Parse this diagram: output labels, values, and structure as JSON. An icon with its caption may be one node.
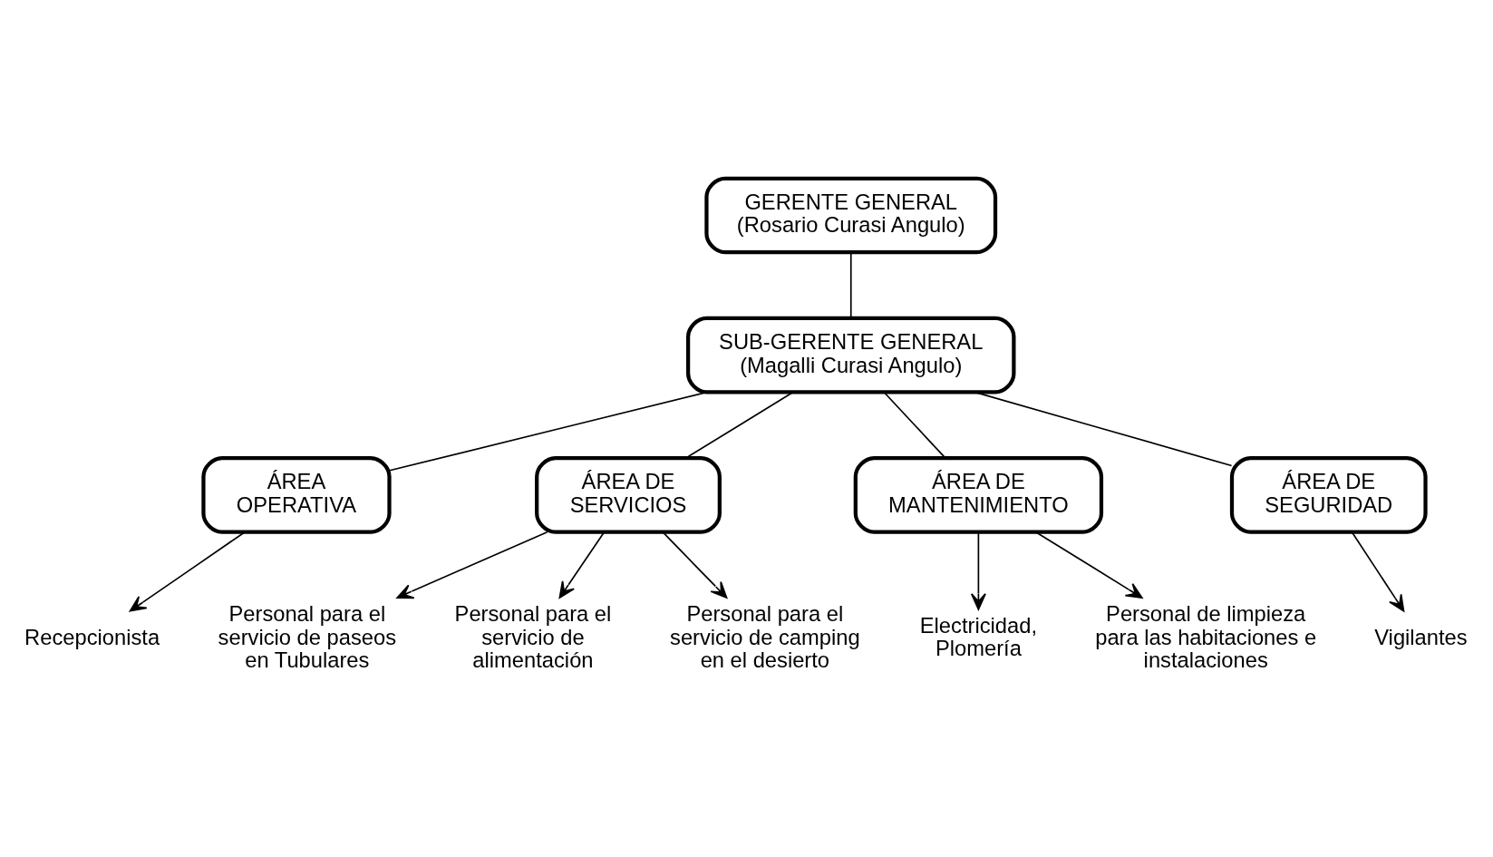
{
  "diagram": {
    "nodes": [
      {
        "text": [
          "GERENTE GENERAL",
          "(Rosario Curasi Angulo)"
        ]
      },
      {
        "text": [
          "SUB-GERENTE GENERAL",
          "(Magalli Curasi Angulo)"
        ]
      },
      {
        "text": [
          "ÁREA OPERATIVA"
        ]
      },
      {
        "text": [
          "ÁREA DE SERVICIOS"
        ]
      },
      {
        "text": [
          "ÁREA DE MANTENIMIENTO"
        ]
      },
      {
        "text": [
          "ÁREA DE SEGURIDAD"
        ]
      },
      {
        "text": [
          "Recepcionista"
        ]
      },
      {
        "text": [
          "Personal para el servicio de paseos en Tubulares"
        ]
      },
      {
        "text": [
          "Personal para el servicio de alimentación"
        ]
      },
      {
        "text": [
          "Personal para el servicio de camping en el desierto"
        ]
      },
      {
        "text": [
          "Electricidad, Plomería"
        ]
      },
      {
        "text": [
          "Personal de limpieza para las habitaciones e instalaciones"
        ]
      },
      {
        "text": [
          "Vigilantes"
        ]
      }
    ],
    "edges": [
      {
        "from": 0,
        "to": 1,
        "arrow": "none"
      },
      {
        "from": 1,
        "to": 2,
        "arrow": "none"
      },
      {
        "from": 1,
        "to": 3,
        "arrow": "none"
      },
      {
        "from": 1,
        "to": 4,
        "arrow": "none"
      },
      {
        "from": 1,
        "to": 5,
        "arrow": "none"
      },
      {
        "from": 2,
        "to": 6,
        "arrow": "to"
      },
      {
        "from": 3,
        "to": 7,
        "arrow": "to"
      },
      {
        "from": 3,
        "to": 8,
        "arrow": "to"
      },
      {
        "from": 3,
        "to": 9,
        "arrow": "to"
      },
      {
        "from": 4,
        "to": 10,
        "arrow": "to"
      },
      {
        "from": 4,
        "to": 11,
        "arrow": "to"
      },
      {
        "from": 5,
        "to": 12,
        "arrow": "to"
      }
    ]
  }
}
